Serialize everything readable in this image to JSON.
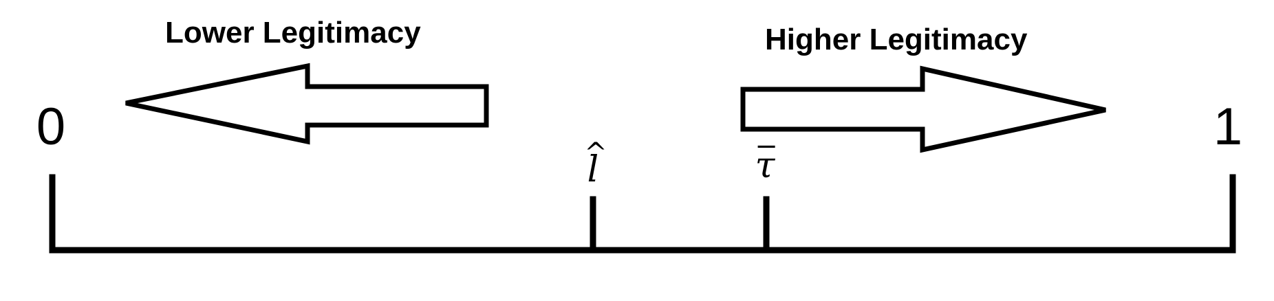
{
  "labels": {
    "lower": "Lower Legitimacy",
    "higher": "Higher Legitimacy"
  },
  "axis": {
    "start_label": "0",
    "end_label": "1"
  },
  "markers": {
    "l_hat": {
      "symbol": "l",
      "accent": "^"
    },
    "tau_bar": {
      "symbol": "τ",
      "accent": "−"
    }
  }
}
